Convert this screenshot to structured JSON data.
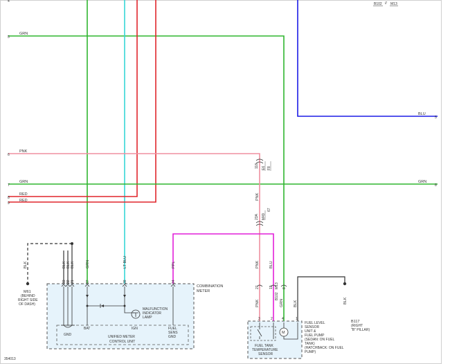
{
  "colors": {
    "grn": "#2fb52f",
    "cyan": "#35d6d6",
    "red": "#e0252b",
    "pnk": "#ef8fa0",
    "blu": "#1a1ae6",
    "ppl": "#e21fd8",
    "blk": "#333333",
    "box_fill": "#e6f3fb"
  },
  "top_right": {
    "b102": "B102",
    "slash": "//",
    "m13": "M13"
  },
  "left_pins": {
    "p4": "4",
    "p5": "5",
    "p6": "6",
    "p7": "7",
    "p8": "8",
    "p9": "9"
  },
  "right_pins": {
    "p5": "5",
    "p8": "8"
  },
  "wire_labels": {
    "grn5": "GRN",
    "pnk6": "PNK",
    "grn7_left": "GRN",
    "grn7_right": "GRN",
    "red8": "RED",
    "red9": "RED",
    "blu_right": "BLU"
  },
  "connectors": {
    "c118": "118",
    "e6": "E6",
    "f8": "F8",
    "pnk_mid": "PNK",
    "c23a": "23A",
    "m49": "M49",
    "c67": "67"
  },
  "ground": {
    "m61": "M61",
    "desc": [
      "(BEHIND",
      "RIGHT SIDE",
      "OF DASH)"
    ]
  },
  "meter": {
    "title": [
      "COMBINATION",
      "METER"
    ],
    "wires": {
      "blk1": "BLK",
      "blk2": "BLK",
      "blk3": "BLK",
      "grn": "GRN",
      "ltblu": "LT BLU",
      "ppl": "PPL"
    },
    "pins": {
      "p23": "23",
      "p22": "22",
      "p21": "21",
      "p27": "27",
      "p28": "28",
      "p24": "24"
    },
    "lamp": [
      "MALFUNCTION",
      "INDICATOR",
      "LAMP"
    ],
    "ign": "IGN",
    "bat": "BAT",
    "gnd": "GND",
    "unit": [
      "UNIFIED METER",
      "CONTROL UNIT"
    ],
    "fuel": [
      "FUEL",
      "SENS",
      "GND"
    ]
  },
  "mid_connectors": {
    "pnk": "PNK",
    "blu": "BLU",
    "grn": "GRN",
    "p27": "27",
    "p19": "19",
    "p8": "8",
    "b102": "B102",
    "m13": "M13"
  },
  "fuel_unit": {
    "wires": {
      "pnk": "PNK",
      "grn": "GRN",
      "blk": "BLK"
    },
    "pins": {
      "p3": "3",
      "p2": "2",
      "p4": "4",
      "p1": "1"
    },
    "motor": "M",
    "tank_sensor": [
      "FUEL TANK",
      "TEMPERATURE",
      "SENSOR"
    ],
    "desc": [
      "FUEL LEVEL",
      "SENSOR",
      "UNIT &",
      "FUEL PUMP",
      "(SEDAN: ON FUEL",
      "TANK)",
      "(HATCHBACK: ON FUEL",
      "PUMP)"
    ]
  },
  "b117": {
    "blk": "BLK",
    "id": "B117",
    "desc": [
      "(RIGHT",
      "\"B\" PILLAR)"
    ]
  },
  "footer": {
    "code": "354013"
  }
}
